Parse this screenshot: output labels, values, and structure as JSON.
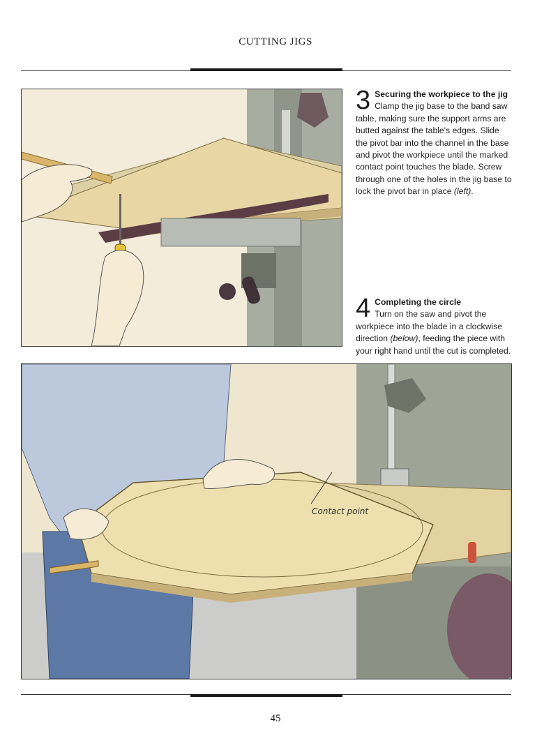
{
  "header": {
    "title": "CUTTING JIGS"
  },
  "steps": [
    {
      "number": "3",
      "title": "Securing the workpiece to the jig",
      "body_parts": [
        "Clamp the jig base to the band saw table, making sure the support arms are butted against the table's edges. Slide the pivot bar into the channel in the base and pivot the workpiece until the marked contact point touches the blade. Screw through one of the holes in the jig base to lock the pivot bar in place ",
        "(left)",
        "."
      ]
    },
    {
      "number": "4",
      "title": "Completing the circle",
      "body_parts": [
        "Turn on the saw and pivot the workpiece into the blade in a clockwise direction ",
        "(below)",
        ", feeding the piece with your right hand until the cut is completed."
      ]
    }
  ],
  "figure_bottom": {
    "callout": "Contact point"
  },
  "footer": {
    "page_number": "45"
  },
  "colors": {
    "saw_green": "#a7aca0",
    "wood": "#e9d9a8",
    "shirt": "#bcc8dc",
    "jeans": "#5c79a6",
    "background": "#f2ecdc",
    "wall": "#cfcfcf",
    "accent_red": "#c9553a"
  },
  "icons": [
    "screwdriver-icon",
    "hand-icon"
  ]
}
